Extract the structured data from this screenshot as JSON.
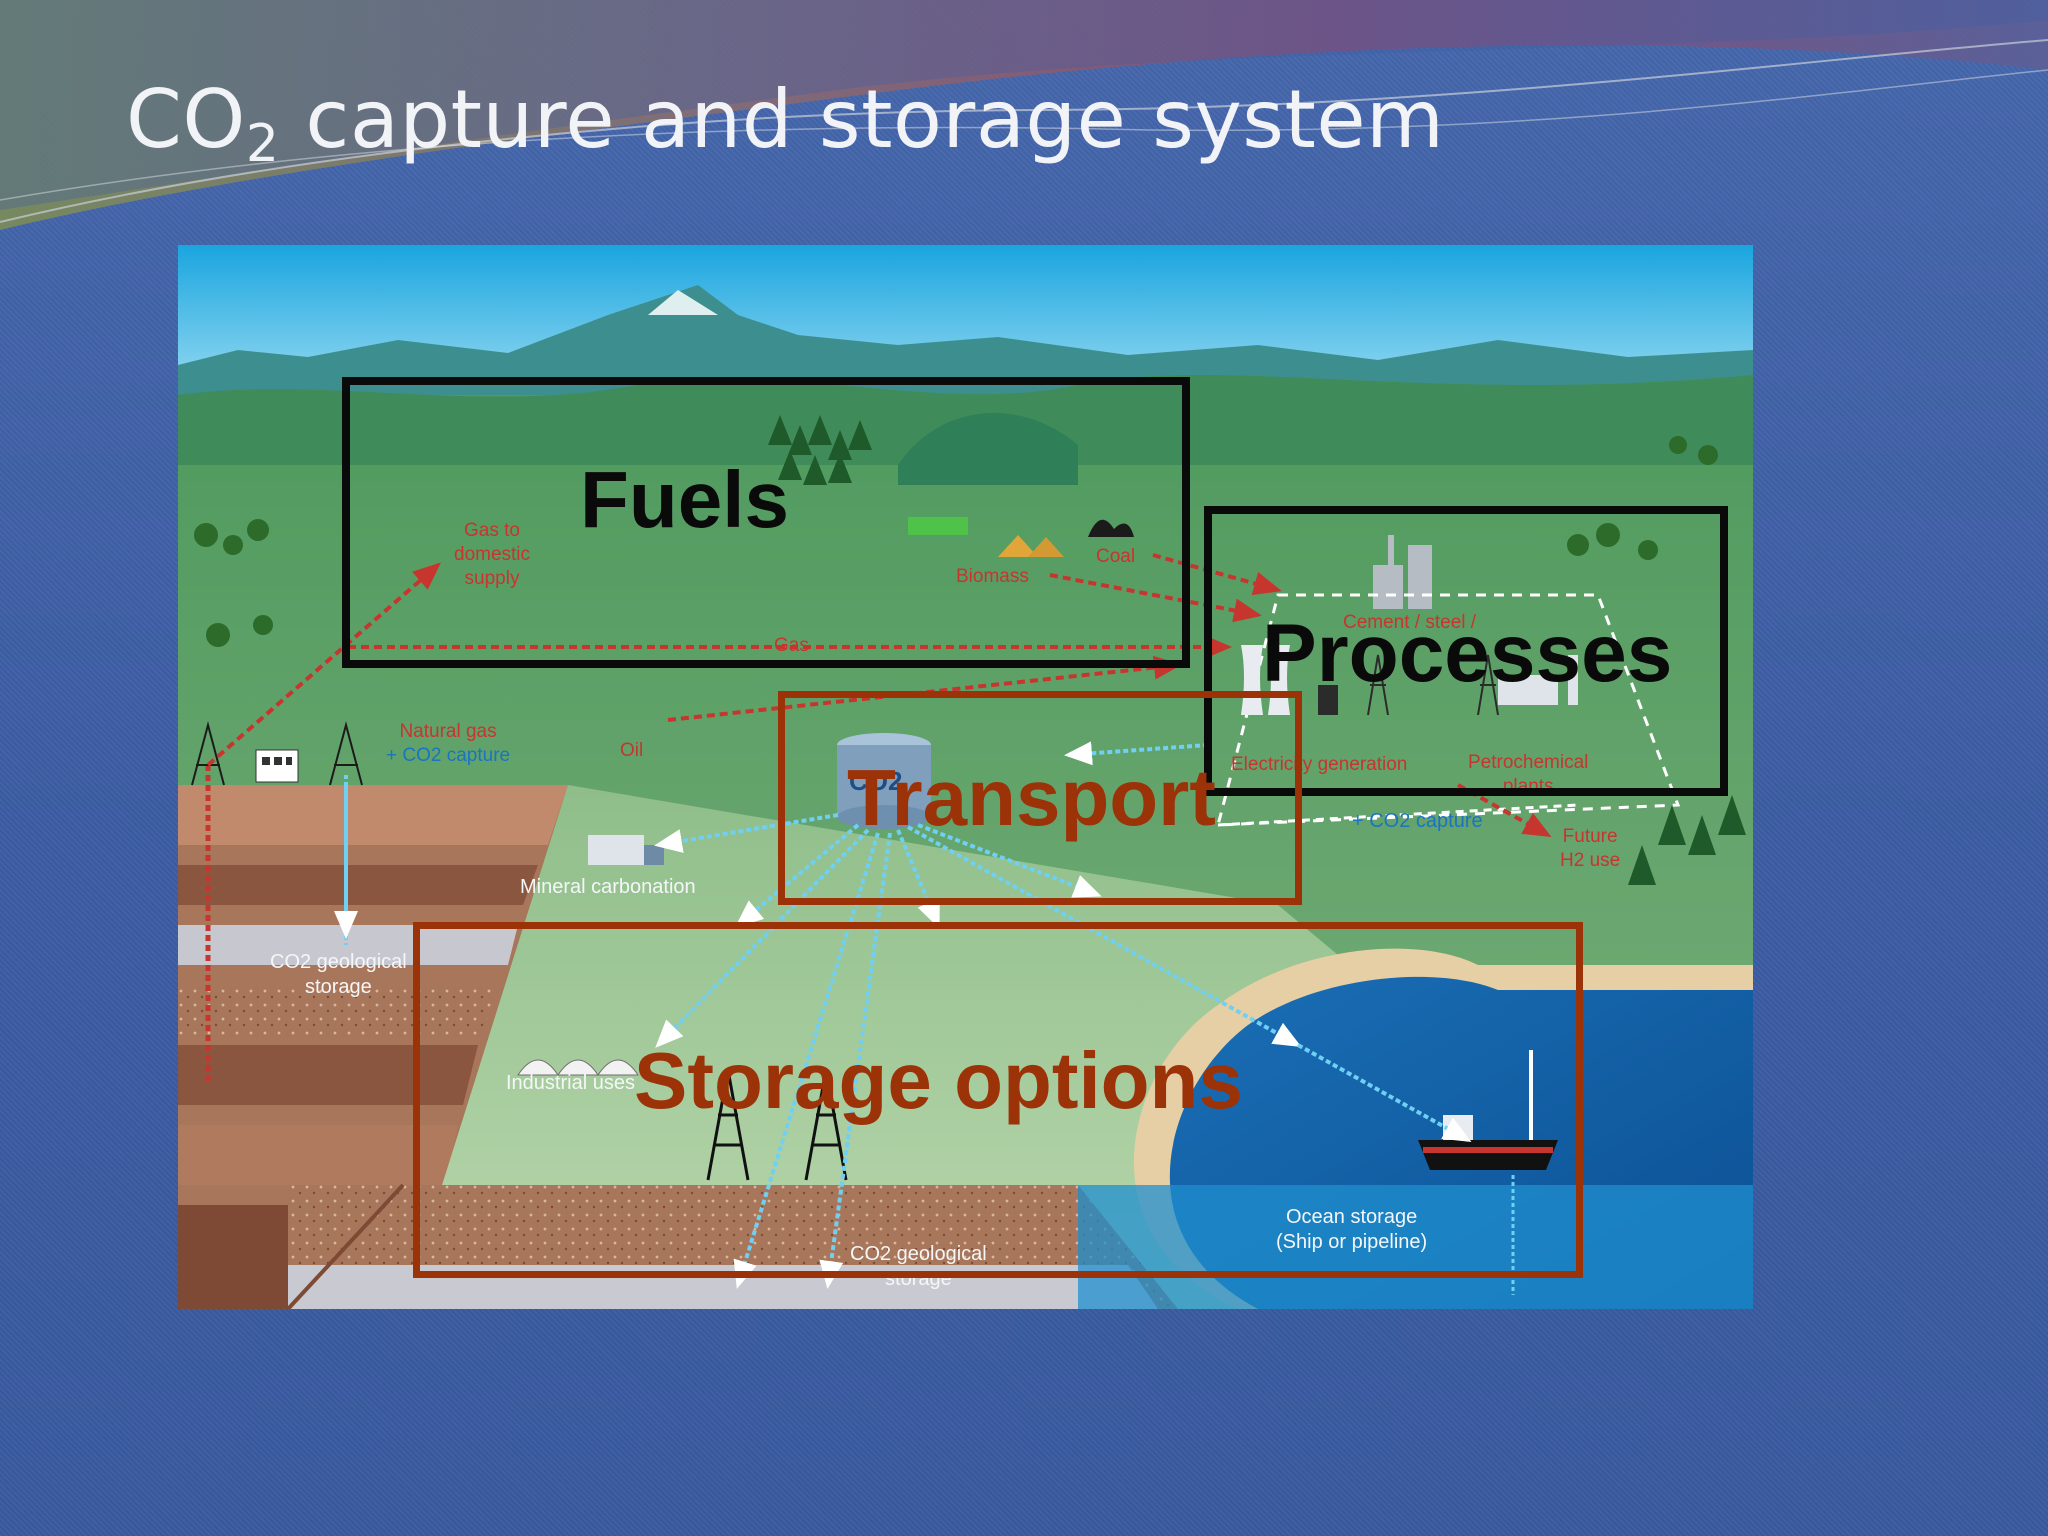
{
  "slide": {
    "title_main": "CO",
    "title_sub": "2",
    "title_rest": " capture and storage system"
  },
  "boxes": {
    "fuels": "Fuels",
    "processes": "Processes",
    "transport": "Transport",
    "storage": "Storage options"
  },
  "labels": {
    "gas_domestic_1": "Gas to",
    "gas_domestic_2": "domestic",
    "gas_domestic_3": "supply",
    "biomass": "Biomass",
    "coal": "Coal",
    "gas": "Gas",
    "cement": "Cement / steel /",
    "natural_gas_1": "Natural gas",
    "natural_gas_2": "+ CO2 capture",
    "oil": "Oil",
    "electricity": "Electricity generation",
    "petrochemical_1": "Petrochemical",
    "petrochemical_2": "plants",
    "co2_capture": "+ CO2 capture",
    "future_1": "Future",
    "future_2": "H2 use",
    "co2_hub": "CO2",
    "mineral": "Mineral carbonation",
    "geo_left_1": "CO2 geological",
    "geo_left_2": "storage",
    "industrial": "Industrial uses",
    "geo_bottom_1": "CO2 geological",
    "geo_bottom_2": "storage",
    "ocean_1": "Ocean storage",
    "ocean_2": "(Ship or pipeline)"
  },
  "colors": {
    "black_box": "#0a0a0a",
    "rust_box": "#9c3208",
    "slide_bg": "#3f5fa6"
  }
}
